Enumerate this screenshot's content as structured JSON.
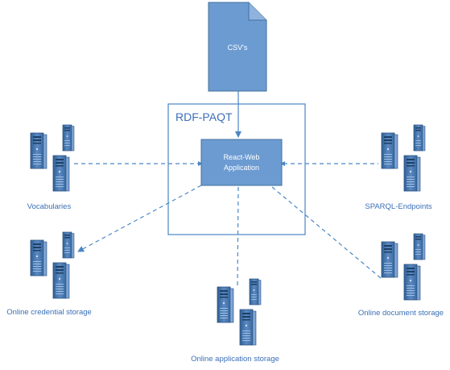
{
  "diagram": {
    "csv_label": "CSV's",
    "container_title": "RDF-PAQT",
    "app_line1": "React-Web",
    "app_line2": "Application",
    "servers": {
      "vocabularies": "Vocabularies",
      "sparql": "SPARQL-Endpoints",
      "credential": "Online credential storage",
      "document": "Online document storage",
      "application": "Online application storage"
    }
  },
  "colors": {
    "accent": "#2e75b6",
    "fill": "#6c9bd2",
    "stroke": "#41719c",
    "label": "#3b6fb6"
  },
  "icons": [
    "document-icon",
    "server-cluster-icon"
  ]
}
